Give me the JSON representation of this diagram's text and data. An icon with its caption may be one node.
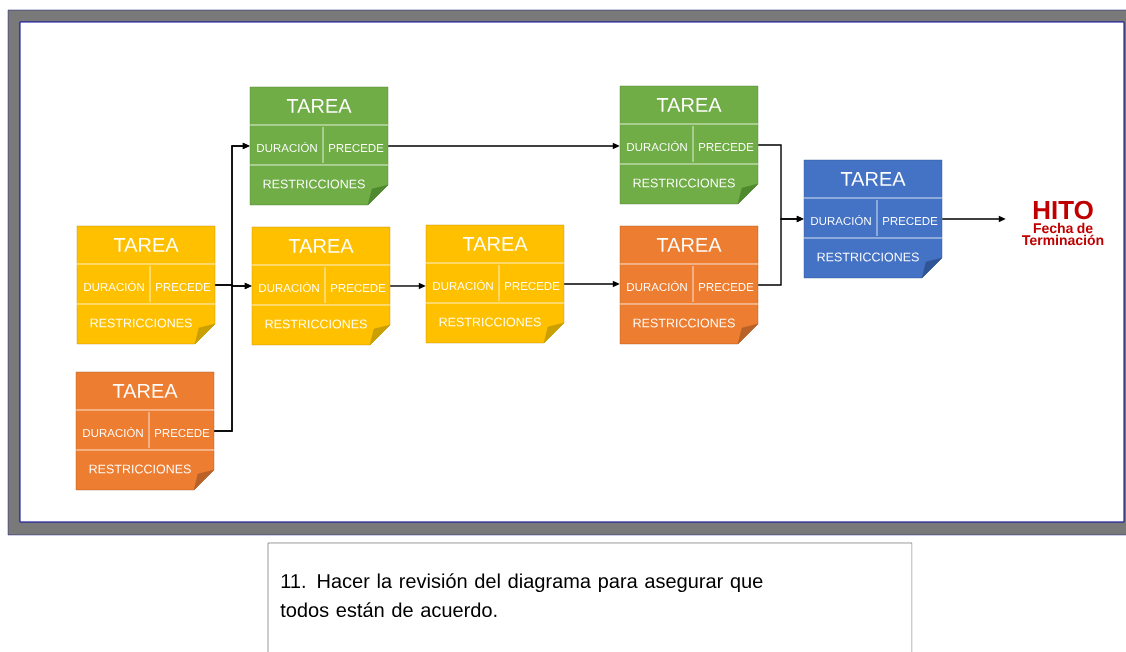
{
  "diagram": {
    "nodes": [
      {
        "text": [
          "TAREA",
          "DURACIÓN",
          "PRECEDE",
          "RESTRICCIONES"
        ]
      },
      {
        "text": [
          "TAREA",
          "DURACIÓN",
          "PRECEDE",
          "RESTRICCIONES"
        ]
      },
      {
        "text": [
          "TAREA",
          "DURACIÓN",
          "PRECEDE",
          "RESTRICCIONES"
        ]
      },
      {
        "text": [
          "TAREA",
          "DURACIÓN",
          "PRECEDE",
          "RESTRICCIONES"
        ]
      },
      {
        "text": [
          "TAREA",
          "DURACIÓN",
          "PRECEDE",
          "RESTRICCIONES"
        ]
      },
      {
        "text": [
          "TAREA",
          "DURACIÓN",
          "PRECEDE",
          "RESTRICCIONES"
        ]
      },
      {
        "text": [
          "TAREA",
          "DURACIÓN",
          "PRECEDE",
          "RESTRICCIONES"
        ]
      },
      {
        "text": [
          "TAREA",
          "DURACIÓN",
          "PRECEDE",
          "RESTRICCIONES"
        ]
      },
      {
        "text": [
          "HITO",
          "Fecha de Terminación"
        ]
      },
      {
        "text": [
          "11. Hacer la revisión del diagrama para asegurar que todos están de acuerdo."
        ]
      }
    ],
    "edges": [
      {
        "from": 0,
        "to": 2,
        "arrow": "to"
      },
      {
        "from": 0,
        "to": 3,
        "arrow": "to"
      },
      {
        "from": 1,
        "to": 2,
        "arrow": "to"
      },
      {
        "from": 1,
        "to": 3,
        "arrow": "to"
      },
      {
        "from": 2,
        "to": 5,
        "arrow": "to"
      },
      {
        "from": 3,
        "to": 4,
        "arrow": "to"
      },
      {
        "from": 4,
        "to": 6,
        "arrow": "to"
      },
      {
        "from": 5,
        "to": 7,
        "arrow": "to"
      },
      {
        "from": 6,
        "to": 7,
        "arrow": "to"
      },
      {
        "from": 7,
        "to": 8,
        "arrow": "to"
      }
    ]
  }
}
